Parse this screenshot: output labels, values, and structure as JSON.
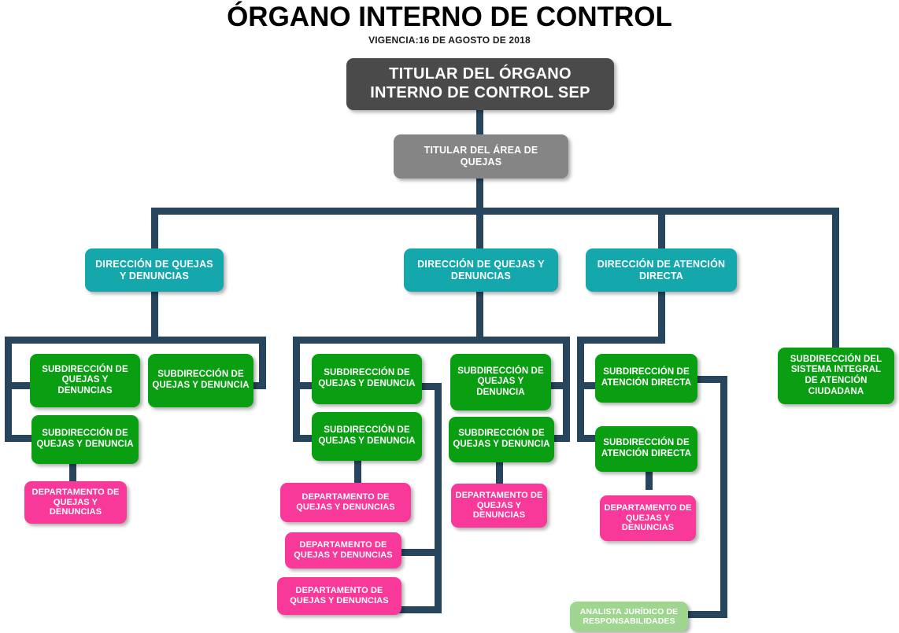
{
  "header": {
    "title": "ÓRGANO INTERNO DE CONTROL",
    "subtitle": "VIGENCIA:16 DE AGOSTO DE 2018"
  },
  "colors": {
    "connector": "#27455d",
    "root": "#4a4a4a",
    "area": "#858585",
    "direccion": "#14a7ac",
    "subdireccion": "#0a9e13",
    "departamento": "#f9399a",
    "analista": "#9ed68f",
    "title_text": "#000000",
    "node_text": "#ffffff"
  },
  "chart_data": {
    "type": "diagram",
    "title": "ÓRGANO INTERNO DE CONTROL",
    "subtitle": "VIGENCIA:16 DE AGOSTO DE 2018",
    "levels": [
      "titular",
      "area",
      "direccion",
      "subdireccion",
      "departamento",
      "analista"
    ],
    "node_count": 19
  },
  "nodes": {
    "root": {
      "label": "TITULAR DEL ÓRGANO\nINTERNO DE CONTROL SEP",
      "level": "titular"
    },
    "area": {
      "label": "TITULAR DEL ÁREA DE\nQUEJAS",
      "level": "area"
    },
    "dir_1": {
      "label": "DIRECCIÓN DE QUEJAS\nY DENUNCIAS",
      "level": "direccion"
    },
    "dir_2": {
      "label": "DIRECCIÓN DE QUEJAS Y\nDENUNCIAS",
      "level": "direccion"
    },
    "dir_3": {
      "label": "DIRECCIÓN DE ATENCIÓN\nDIRECTA",
      "level": "direccion"
    },
    "sub_sic": {
      "label": "SUBDIRECCIÓN DEL\nSISTEMA INTEGRAL\nDE ATENCIÓN\nCIUDADANA",
      "level": "subdireccion"
    },
    "sub_a1": {
      "label": "SUBDIRECCIÓN DE\nQUEJAS Y DENUNCIAS",
      "level": "subdireccion"
    },
    "sub_a2": {
      "label": "SUBDIRECCIÓN DE\nQUEJAS Y DENUNCIA",
      "level": "subdireccion"
    },
    "sub_a3": {
      "label": "SUBDIRECCIÓN DE\nQUEJAS Y DENUNCIA",
      "level": "subdireccion"
    },
    "dep_a1": {
      "label": "DEPARTAMENTO DE\nQUEJAS Y\nDENUNCIAS",
      "level": "departamento"
    },
    "sub_b1": {
      "label": "SUBDIRECCIÓN DE\nQUEJAS Y DENUNCIA",
      "level": "subdireccion"
    },
    "sub_b2": {
      "label": "SUBDIRECCIÓN DE\nQUEJAS Y DENUNCIA",
      "level": "subdireccion"
    },
    "dep_b1": {
      "label": "DEPARTAMENTO DE\nQUEJAS Y DENUNCIAS",
      "level": "departamento"
    },
    "dep_b2": {
      "label": "DEPARTAMENTO DE\nQUEJAS Y DENUNCIAS",
      "level": "departamento"
    },
    "dep_b3": {
      "label": "DEPARTAMENTO DE\nQUEJAS Y DENUNCIAS",
      "level": "departamento"
    },
    "sub_c1": {
      "label": "SUBDIRECCIÓN DE\nQUEJAS Y\nDENUNCIA",
      "level": "subdireccion"
    },
    "sub_c2": {
      "label": "SUBDIRECCIÓN DE\nQUEJAS Y DENUNCIA",
      "level": "subdireccion"
    },
    "dep_c1": {
      "label": "DEPARTAMENTO DE\nQUEJAS Y\nDENUNCIAS",
      "level": "departamento"
    },
    "sub_d1": {
      "label": "SUBDIRECCIÓN DE\nATENCIÓN DIRECTA",
      "level": "subdireccion"
    },
    "sub_d2": {
      "label": "SUBDIRECCIÓN DE\nATENCIÓN DIRECTA",
      "level": "subdireccion"
    },
    "dep_d1": {
      "label": "DEPARTAMENTO DE\nQUEJAS Y\nDENUNCIAS",
      "level": "departamento"
    },
    "analista": {
      "label": "ANALISTA JURÍDICO DE\nRESPONSABILIDADES",
      "level": "analista"
    }
  }
}
